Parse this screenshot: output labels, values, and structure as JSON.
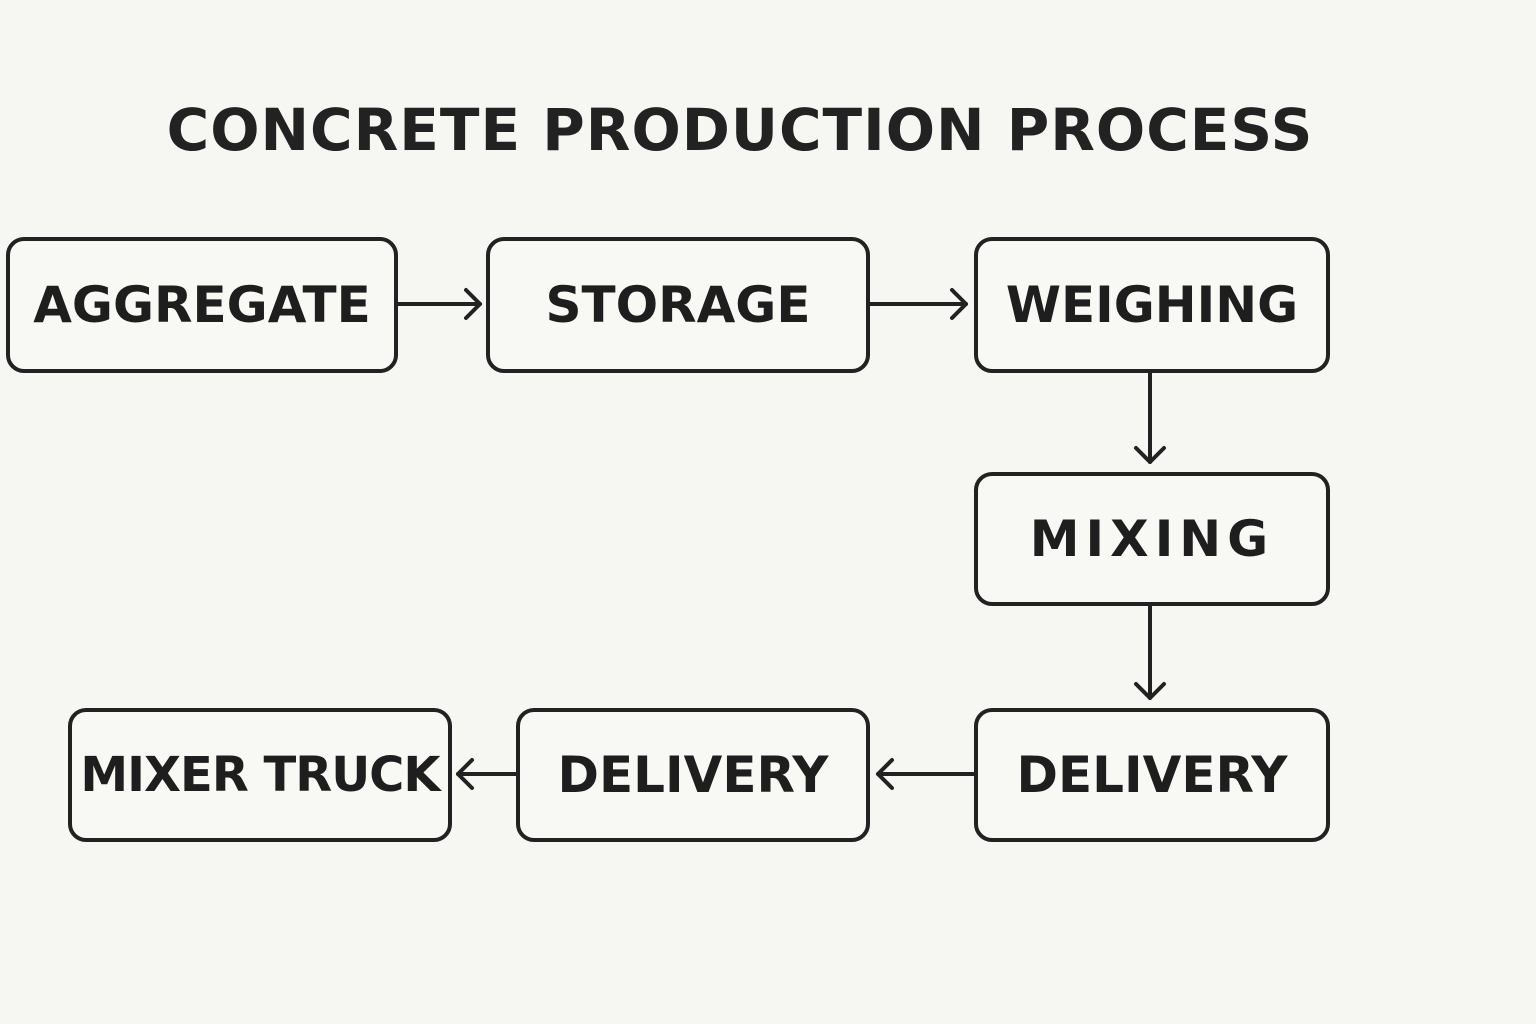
{
  "title": "CONCRETE PRODUCTION PROCESS",
  "nodes": [
    {
      "id": "aggregate",
      "label": "AGGREGATE"
    },
    {
      "id": "storage",
      "label": "STORAGE"
    },
    {
      "id": "weighing",
      "label": "WEIGHING"
    },
    {
      "id": "mixing",
      "label": "MIXING"
    },
    {
      "id": "delivery-1",
      "label": "DELIVERY"
    },
    {
      "id": "delivery-2",
      "label": "DELIVERY"
    },
    {
      "id": "mixer-truck",
      "label": "MIXER TRUCK"
    }
  ],
  "edges": [
    {
      "from": "aggregate",
      "to": "storage",
      "direction": "right"
    },
    {
      "from": "storage",
      "to": "weighing",
      "direction": "right"
    },
    {
      "from": "weighing",
      "to": "mixing",
      "direction": "down"
    },
    {
      "from": "mixing",
      "to": "delivery-1",
      "direction": "down"
    },
    {
      "from": "delivery-1",
      "to": "delivery-2",
      "direction": "left"
    },
    {
      "from": "delivery-2",
      "to": "mixer-truck",
      "direction": "left"
    }
  ],
  "colors": {
    "stroke": "#222222",
    "background": "#f6f6f3"
  }
}
